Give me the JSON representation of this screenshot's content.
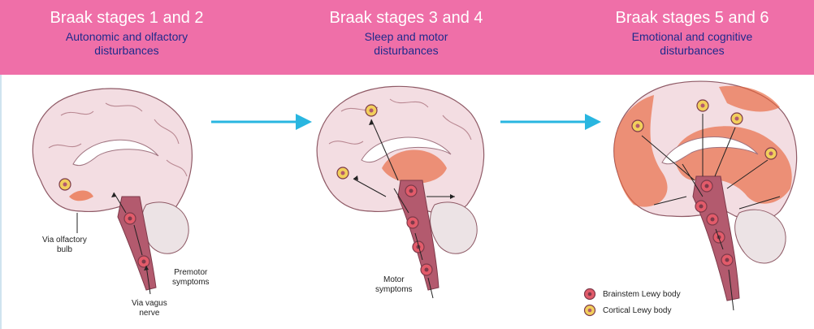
{
  "stages": [
    {
      "title": "Braak stages 1 and 2",
      "subtitle_line1": "Autonomic and olfactory",
      "subtitle_line2": "disturbances"
    },
    {
      "title": "Braak stages 3 and 4",
      "subtitle_line1": "Sleep and motor",
      "subtitle_line2": "disturbances"
    },
    {
      "title": "Braak stages 5 and 6",
      "subtitle_line1": "Emotional and cognitive",
      "subtitle_line2": "disturbances"
    }
  ],
  "labels": {
    "olfactory_l1": "Via olfactory",
    "olfactory_l2": "bulb",
    "vagus_l1": "Via vagus",
    "vagus_l2": "nerve",
    "premotor_l1": "Premotor",
    "premotor_l2": "symptoms",
    "motor_l1": "Motor",
    "motor_l2": "symptoms"
  },
  "legend": {
    "brainstem": "Brainstem Lewy body",
    "cortical": "Cortical Lewy body"
  },
  "colors": {
    "header_bg": "#ef6fa8",
    "title_text": "#ffffff",
    "subtitle_text": "#1e2a8c",
    "arrow": "#29b6e0",
    "brain_fill": "#f3dde2",
    "brainstem_fill": "#b35a6e",
    "lesion": "#e8663c",
    "cortical_body": "#f2cf5c",
    "brainstem_body": "#e25b6a"
  }
}
